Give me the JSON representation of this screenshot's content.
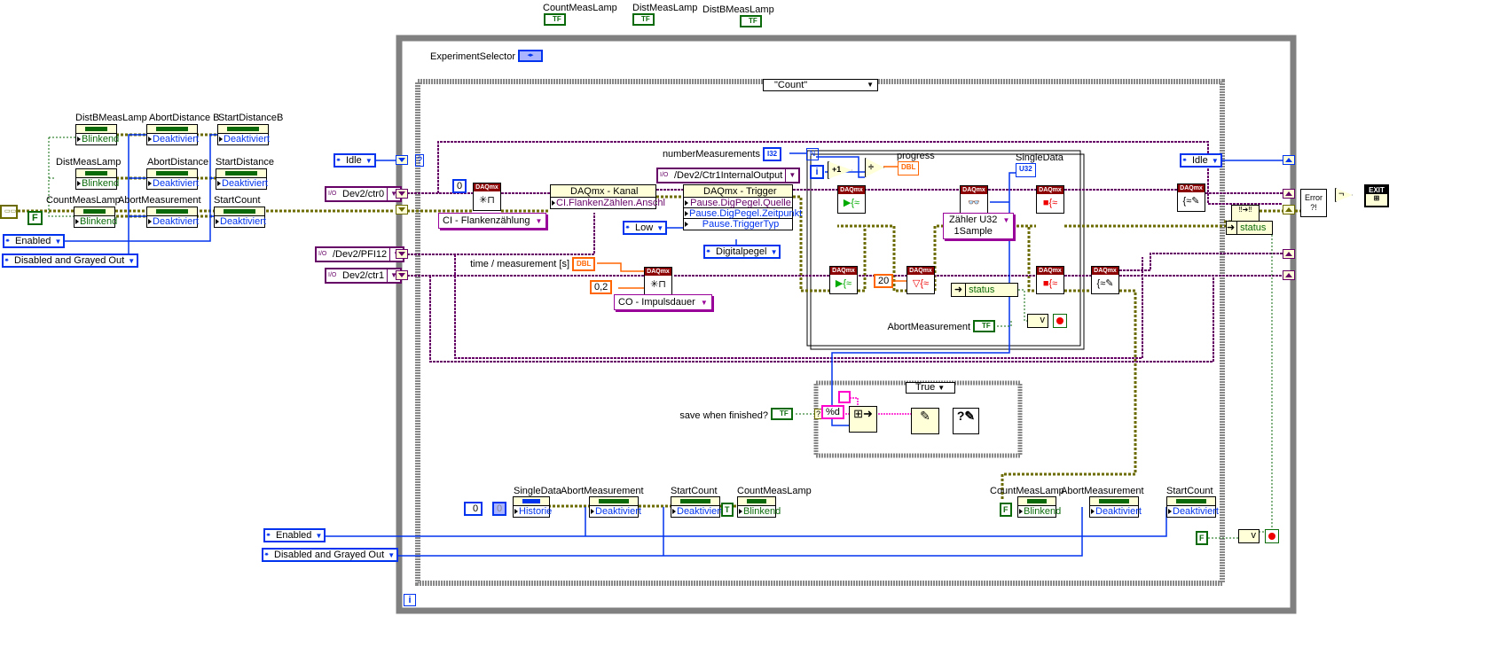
{
  "top_indicators": [
    {
      "label": "CountMeasLamp",
      "value": "TF"
    },
    {
      "label": "DistMeasLamp",
      "value": "TF"
    },
    {
      "label": "DistBMeasLamp",
      "value": "TF"
    }
  ],
  "left_nodes": {
    "row1": [
      {
        "label": "DistBMeasLamp",
        "prop": "Blinkend"
      },
      {
        "label": "AbortDistance B",
        "prop": "Deaktiviert"
      },
      {
        "label": "StartDistanceB",
        "prop": "Deaktiviert"
      }
    ],
    "row2": [
      {
        "label": "DistMeasLamp",
        "prop": "Blinkend"
      },
      {
        "label": "AbortDistance",
        "prop": "Deaktiviert"
      },
      {
        "label": "StartDistance",
        "prop": "Deaktiviert"
      }
    ],
    "row3": [
      {
        "label": "CountMeasLamp",
        "prop": "Blinkend"
      },
      {
        "label": "AbortMeasurement",
        "prop": "Deaktiviert"
      },
      {
        "label": "StartCount",
        "prop": "Deaktiviert"
      }
    ],
    "false_const": "F",
    "enabled": "Enabled",
    "disabled": "Disabled and Grayed Out"
  },
  "while_loop": {
    "experiment_selector": "ExperimentSelector",
    "iteration": "i"
  },
  "left_inputs": {
    "idle": "Idle",
    "ctr0": "Dev2/ctr0",
    "pfi12": "/Dev2/PFI12",
    "ctr1": "Dev2/ctr1",
    "bool_unknown": "?"
  },
  "case_structure": {
    "selector": "\"Count\""
  },
  "count_case": {
    "zero": "0",
    "ci_ring": "CI - Flankenzählung",
    "kanal": {
      "title": "DAQmx - Kanal",
      "prop": "CI.FlankenZählen.Anschl"
    },
    "internal_output": "/Dev2/Ctr1InternalOutput",
    "trigger": {
      "title": "DAQmx - Trigger",
      "props": [
        "Pause.DigPegel.Quelle",
        "Pause.DigPegel.Zeitpunkt",
        "Pause.TriggerTyp"
      ]
    },
    "low": "Low",
    "digitalpegel": "Digitalpegel",
    "time_label": "time / measurement [s]",
    "dbl": "DBL",
    "time_value": "0,2",
    "co_ring": "CO - Impulsdauer",
    "daqmx": "DAQmx",
    "number_label": "numberMeasurements",
    "i32": "I32",
    "loop": {
      "n": "N",
      "i": "i",
      "plus1": "+1",
      "div": "÷",
      "progress_label": "progress",
      "progress_type": "DBL",
      "single_label": "SingleData",
      "single_type": "U32",
      "wait": "20",
      "read_ring": [
        "Zähler U32",
        "1Sample"
      ],
      "status": "status",
      "abort_label": "AbortMeasurement",
      "abort_value": "TF",
      "or": "v"
    },
    "idle_right": "Idle",
    "status_right": "status",
    "error": "Error ?!",
    "exit": "EXIT",
    "not": "¬",
    "save_case": {
      "selector": "True",
      "label": "save when finished?",
      "value": "TF",
      "format": "%d",
      "q": "?"
    },
    "bottom_left": {
      "num": "0",
      "ind": "0",
      "nodes": [
        {
          "label": "SingleData",
          "prop": "Historie"
        },
        {
          "label": "AbortMeasurement",
          "prop": "Deaktiviert"
        },
        {
          "label": "StartCount",
          "prop": "Deaktiviert"
        },
        {
          "label": "CountMeasLamp",
          "prop": "Blinkend"
        }
      ],
      "true_const": "T"
    },
    "bottom_right": {
      "false_const": "F",
      "nodes": [
        {
          "label": "CountMeasLamp",
          "prop": "Blinkend"
        },
        {
          "label": "AbortMeasurement",
          "prop": "Deaktiviert"
        },
        {
          "label": "StartCount",
          "prop": "Deaktiviert"
        }
      ]
    },
    "enabled": "Enabled",
    "disabled": "Disabled and Grayed Out",
    "false_const2": "F",
    "or2": "v"
  },
  "colors": {
    "error_wire": "#6b6b00",
    "task_wire": "#660066",
    "enum_wire": "#0033ee",
    "bool_wire": "#0a6a0a",
    "dbl_wire": "#ff6600",
    "string_wire": "#ff00cc",
    "loop_frame": "#808080"
  }
}
